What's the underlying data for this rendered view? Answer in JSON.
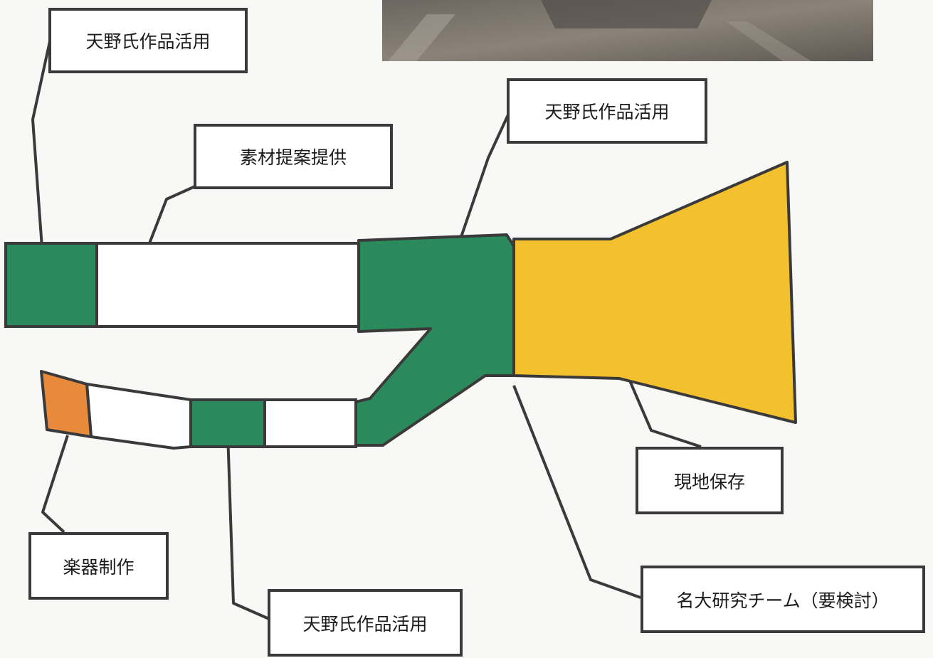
{
  "labels": {
    "top_left": "天野氏作品活用",
    "material": "素材提案提供",
    "top_center": "天野氏作品活用",
    "preservation": "現地保存",
    "instrument": "楽器制作",
    "bottom_center": "天野氏作品活用",
    "nagoya_team": "名大研究チーム（要検討）"
  },
  "colors": {
    "green": "#2b8a5b",
    "yellow": "#f3c12e",
    "orange": "#e88a3c",
    "white": "#ffffff",
    "outline": "#3a3a3a"
  },
  "photo": {
    "description_icon": "site-photo-image"
  }
}
